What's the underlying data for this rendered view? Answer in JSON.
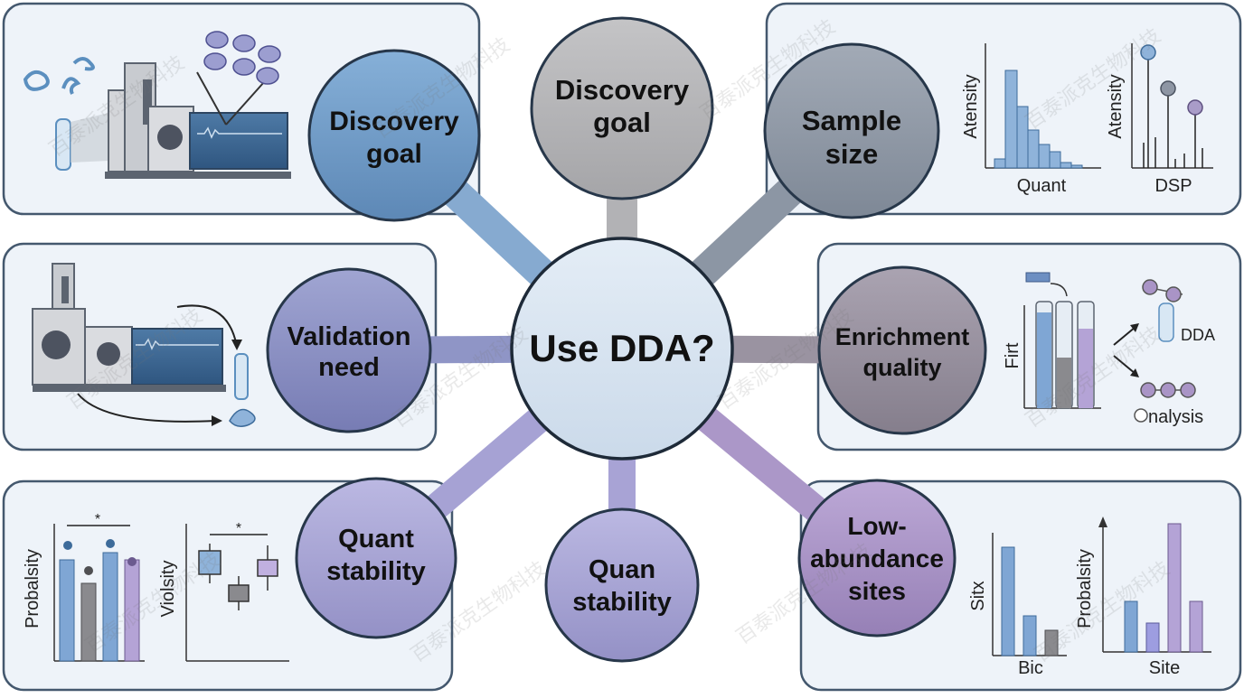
{
  "center": {
    "label": "Use DDA?"
  },
  "nodes": {
    "discovery_goal_left": [
      "Discovery",
      "goal"
    ],
    "discovery_goal_top": [
      "Discovery",
      "goal"
    ],
    "sample_size": [
      "Sample",
      "size"
    ],
    "validation_need": [
      "Validation",
      "need"
    ],
    "enrichment_quality": [
      "Enrichment",
      "quality"
    ],
    "quant_stability_left": [
      "Quant",
      "stability"
    ],
    "quan_stability_bottom": [
      "Quan",
      "stability"
    ],
    "low_abundance_sites": [
      "Low-",
      "abundance",
      "sites"
    ]
  },
  "panels": {
    "sample_size": {
      "quant_ylabel": "Atensity",
      "quant_xlabel": "Quant",
      "dsp_ylabel": "Atensity",
      "dsp_xlabel": "DSP"
    },
    "enrichment": {
      "ylabel": "Firt",
      "dda_label": "DDA",
      "analysis_label": "nalysis"
    },
    "quant_stability": {
      "chart1_ylabel": "Probalsity",
      "chart2_ylabel": "Violsity",
      "sig_mark": "*"
    },
    "low_abundance": {
      "chart1_ylabel": "Sitx",
      "chart1_xlabel": "Bic",
      "chart2_ylabel": "Probalsity",
      "chart2_xlabel": "Site"
    }
  },
  "watermark": "百泰派克生物科技",
  "colors": {
    "panel_bg": "#eef3f9",
    "panel_border": "#44586e",
    "node_blue": "#6f9cc9",
    "node_grey": "#b5b5b8",
    "node_slate": "#8e98a6",
    "node_violet": "#8a8fc2",
    "node_mauve": "#97909e",
    "node_lavender": "#a6a3d4",
    "node_purple": "#a994c6",
    "center_fill": "#d8e4f1"
  }
}
